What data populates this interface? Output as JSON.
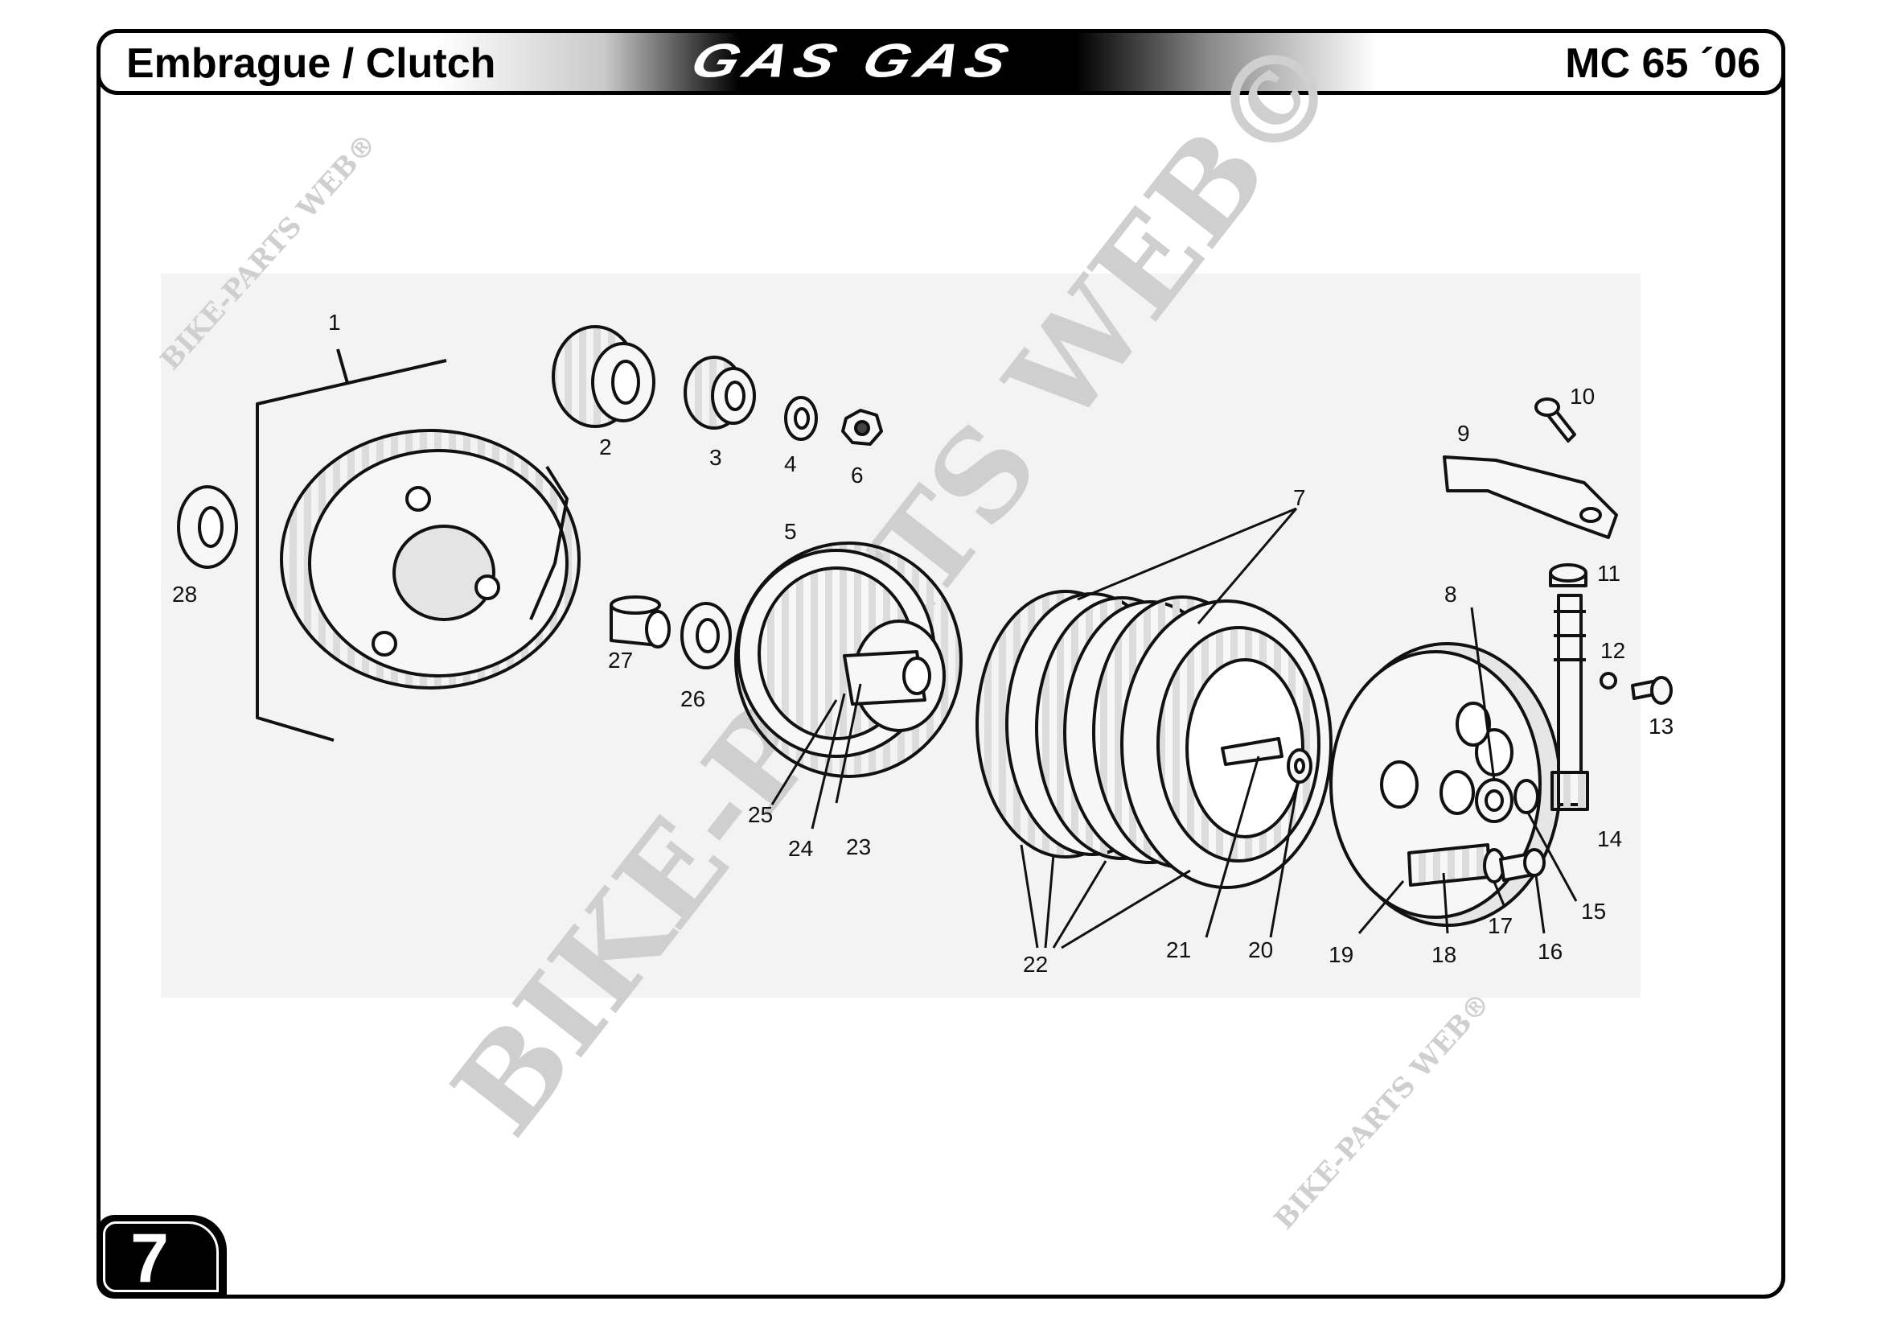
{
  "header": {
    "title": "Embrague / Clutch",
    "brand": "GAS GAS",
    "model": "MC 65 ´06"
  },
  "page_number": "7",
  "watermark": {
    "large": "BIKE-PARTS WEB©",
    "small_top": "BIKE-PARTS WEB®",
    "small_bottom": "BIKE-PARTS WEB®"
  },
  "callouts": [
    "1",
    "2",
    "3",
    "4",
    "5",
    "6",
    "7",
    "8",
    "9",
    "10",
    "11",
    "12",
    "13",
    "14",
    "15",
    "16",
    "17",
    "18",
    "19",
    "20",
    "21",
    "22",
    "23",
    "24",
    "25",
    "26",
    "27",
    "28"
  ],
  "colors": {
    "ink": "#111111",
    "watermark": "#cfcfcf",
    "drawing_fill": "#f1f1f1"
  }
}
